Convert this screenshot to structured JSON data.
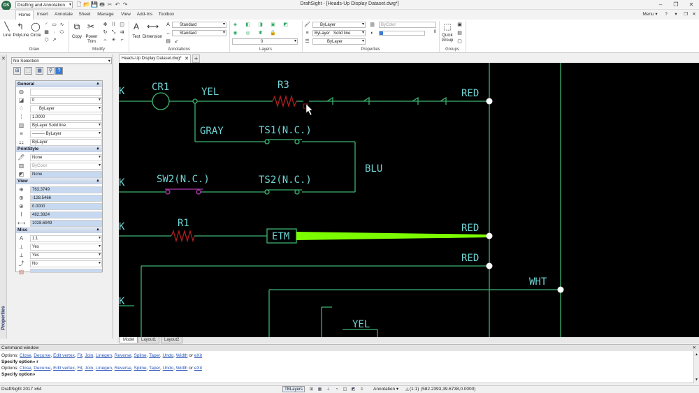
{
  "app": {
    "workspace": "Drafting and Annotation",
    "title": "DraftSight - [Heads-Up Display Dataset.dwg*]",
    "menu_label": "Menu ▾",
    "logo_text": "DS"
  },
  "ribbon_tabs": [
    "Home",
    "Insert",
    "Annotate",
    "Sheet",
    "Manage",
    "View",
    "Add-Ins",
    "Toolbox"
  ],
  "ribbon": {
    "draw": {
      "line": "Line",
      "polyline": "PolyLine",
      "circle": "Circle",
      "group": "Draw"
    },
    "modify": {
      "copy": "Copy",
      "power_trim": "Power\nTrim",
      "group": "Modify"
    },
    "annotations": {
      "text": "Text",
      "dimension": "Dimension",
      "style1": "Standard",
      "style2": "Standard",
      "group": "Annotations"
    },
    "layers": {
      "layer_value": "0",
      "group": "Layers"
    },
    "properties": {
      "color": "ByLayer",
      "linestyle_layer": "ByLayer",
      "linestyle": "Solid line",
      "lineweight": "ByLayer",
      "transparency": "ByColor",
      "transparency_value": "0",
      "group": "Properties"
    },
    "groups": {
      "quick_group": "Quick\nGroup",
      "group": "Groups"
    }
  },
  "palette": {
    "vertical_label": "Properties",
    "selection": "No Selection",
    "sections": {
      "general": "General",
      "printstyle": "PrintStyle",
      "view": "View",
      "misc": "Misc"
    },
    "general": [
      "",
      "0",
      "ByLayer",
      "1.0000",
      "ByLayer     Solid line",
      "——— ByLayer",
      "ByLayer"
    ],
    "printstyle": [
      "None",
      "ByColor",
      "None"
    ],
    "view": [
      "763.3749",
      "-128.5466",
      "0.0000",
      "482.3824",
      "1028.6949"
    ],
    "misc": [
      "1:1",
      "Yes",
      "Yes",
      "No",
      ""
    ]
  },
  "document_tab": "Heads-Up Display Dataset.dwg*",
  "layout_tabs": [
    "Model",
    "Layout1",
    "Layout2"
  ],
  "drawing": {
    "labels": {
      "cr1": "CR1",
      "yel1": "YEL",
      "r3": "R3",
      "red1": "RED",
      "gray": "GRAY",
      "ts1": "TS1(N.C.)",
      "blu": "BLU",
      "sw2": "SW2(N.C.)",
      "ts2": "TS2(N.C.)",
      "r1": "R1",
      "etm": "ETM",
      "red2": "RED",
      "red3": "RED",
      "wht": "WHT",
      "yel2": "YEL",
      "k1": "K",
      "k2": "K",
      "k3": "K",
      "k4": "K"
    },
    "colors": {
      "wire": "#3cb371",
      "label": "#6fd3d3",
      "resistor": "#b02020",
      "highlight": "#7cfc00",
      "switch": "#b03bb0"
    }
  },
  "command": {
    "header": "Command window",
    "options_prefix": "Options:",
    "options": [
      "Close",
      "Decurve",
      "Edit vertex",
      "Fit",
      "Join",
      "Linegen",
      "Reverse",
      "Spline",
      "Taper",
      "Undo",
      "Width"
    ],
    "or_text": "or",
    "exit": "eXit",
    "prompt1": "Specify option» r",
    "prompt2": "Specify option»"
  },
  "status": {
    "version": "DraftSight 2017 x64",
    "tblayers": "TBLayers",
    "annotation": "Annotation",
    "scale": "(1:1)",
    "coords": "(582.2393,39.6738,0.0000)"
  }
}
